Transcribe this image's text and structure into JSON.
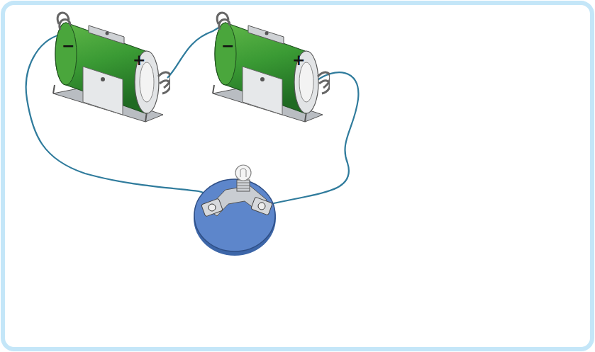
{
  "diagram": {
    "nodes": [
      {
        "text": [
          "−",
          "+"
        ]
      },
      {
        "text": [
          "−",
          "+"
        ]
      }
    ],
    "edges": [
      {
        "from": 0,
        "to": 1,
        "arrow": "none"
      }
    ]
  }
}
